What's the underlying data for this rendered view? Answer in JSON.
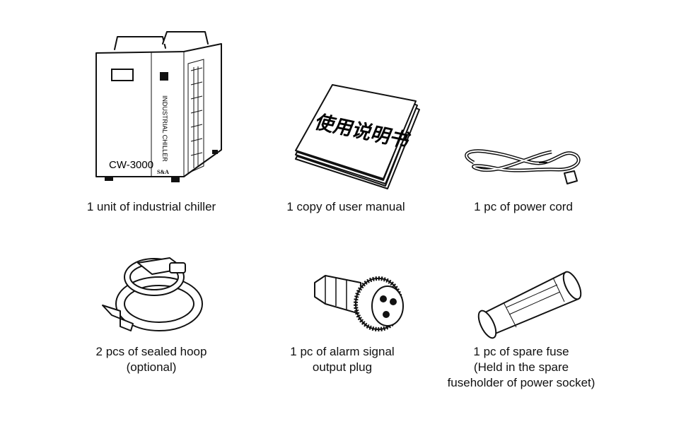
{
  "items": [
    {
      "caption": [
        "1 unit of industrial chiller"
      ],
      "label_model": "CW-3000",
      "label_side": "INDUSTRIAL CHILLER",
      "label_brand": "S&A"
    },
    {
      "caption": [
        "1 copy of user manual"
      ],
      "cover_text": "使用说明书"
    },
    {
      "caption": [
        "1 pc of power cord"
      ]
    },
    {
      "caption": [
        "2 pcs of sealed hoop",
        "(optional)"
      ]
    },
    {
      "caption": [
        "1 pc of alarm signal",
        "output plug"
      ]
    },
    {
      "caption": [
        "1 pc of spare fuse",
        "(Held in the spare",
        "fuseholder of power socket)"
      ]
    }
  ]
}
